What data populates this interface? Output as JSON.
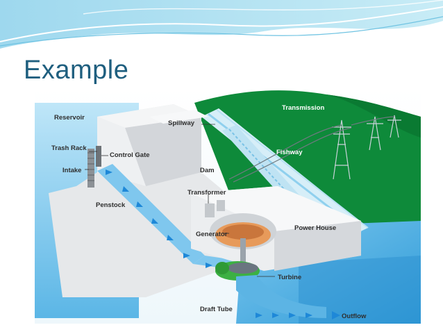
{
  "slide": {
    "title": "Example"
  },
  "diagram": {
    "labels": {
      "reservoir": "Reservoir",
      "spillway": "Spillway",
      "transmission": "Transmission",
      "trash_rack": "Trash Rack",
      "control_gate": "Control Gate",
      "intake": "Intake",
      "dam": "Dam",
      "fishway": "Fishway",
      "penstock": "Penstock",
      "transformer": "Transformer",
      "power_house": "Power House",
      "generator": "Generator",
      "turbine": "Turbine",
      "draft_tube": "Draft Tube",
      "outflow": "Outflow"
    },
    "colors": {
      "water": "#3aa6e0",
      "water_light": "#9fd6f2",
      "hill": "#0e8a3a",
      "concrete": "#e6e8ea",
      "concrete_shade": "#c9ccd0",
      "flow_arrow": "#1e88d8",
      "turbine_green": "#3cb043",
      "generator_orange": "#e8924a"
    }
  }
}
